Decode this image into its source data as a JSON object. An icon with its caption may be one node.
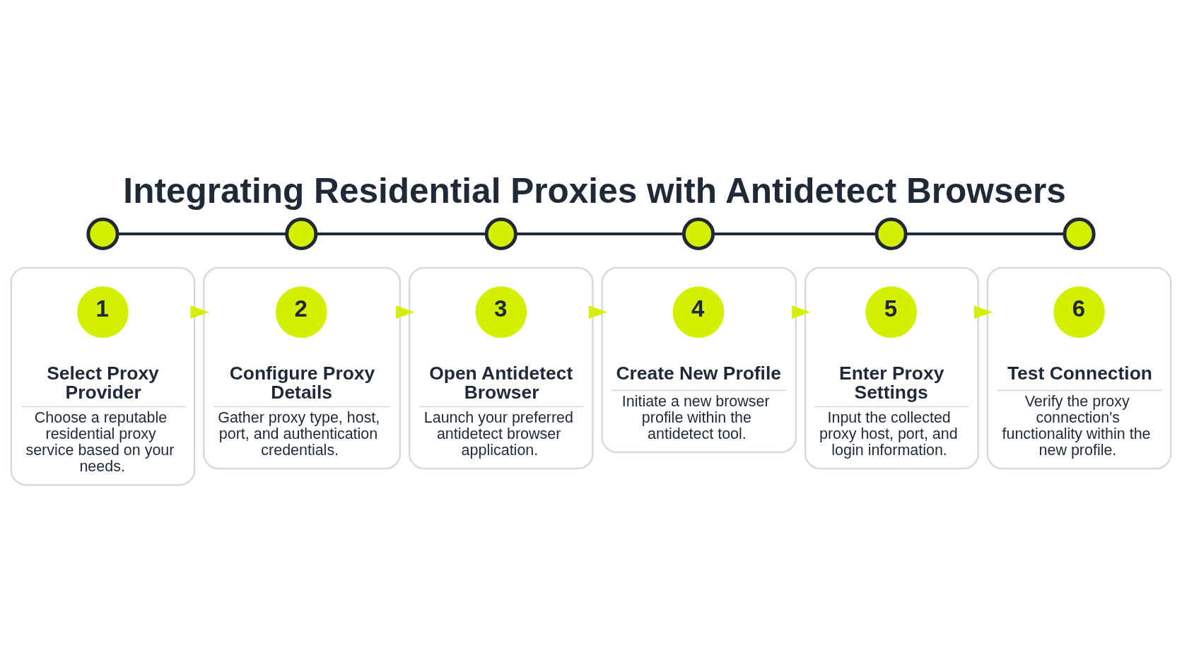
{
  "diagram": {
    "title": "Integrating Residential Proxies with Antidetect Browsers",
    "nodes": [
      {
        "text": [
          "Select Proxy Provider",
          "Choose a reputable residential proxy service based on your needs."
        ]
      },
      {
        "text": [
          "1"
        ],
        "in": 0
      },
      {
        "text": [
          "Configure Proxy Details",
          "Gather proxy type, host, port, and authentication credentials."
        ]
      },
      {
        "text": [
          "2"
        ],
        "in": 2
      },
      {
        "text": [
          "Open Antidetect Browser",
          "Launch your preferred antidetect browser application."
        ]
      },
      {
        "text": [
          "3"
        ],
        "in": 4
      },
      {
        "text": [
          "Create New Profile",
          "Initiate a new browser profile within the antidetect tool."
        ]
      },
      {
        "text": [
          "4"
        ],
        "in": 6
      },
      {
        "text": [
          "Enter Proxy Settings",
          "Input the collected proxy host, port, and login information."
        ]
      },
      {
        "text": [
          "5"
        ],
        "in": 8
      },
      {
        "text": [
          "Test Connection",
          "Verify the proxy connection's functionality within the new profile."
        ]
      },
      {
        "text": [
          "6"
        ],
        "in": 10
      },
      {
        "text": [],
        "shape": "circle"
      },
      {
        "text": [],
        "shape": "circle"
      },
      {
        "text": [],
        "shape": "circle"
      },
      {
        "text": [],
        "shape": "circle"
      },
      {
        "text": [],
        "shape": "circle"
      },
      {
        "text": [],
        "shape": "circle"
      }
    ],
    "edges": [
      {
        "from": 0,
        "to": 2,
        "arrow": "to"
      },
      {
        "from": 2,
        "to": 4,
        "arrow": "to"
      },
      {
        "from": 4,
        "to": 6,
        "arrow": "to"
      },
      {
        "from": 6,
        "to": 8,
        "arrow": "to"
      },
      {
        "from": 8,
        "to": 10,
        "arrow": "to"
      },
      {
        "from": 12,
        "to": 13,
        "arrow": "none",
        "color": "#1f2937"
      },
      {
        "from": 13,
        "to": 14,
        "arrow": "none",
        "color": "#1f2937"
      },
      {
        "from": 14,
        "to": 15,
        "arrow": "none",
        "color": "#1f2937"
      },
      {
        "from": 15,
        "to": 16,
        "arrow": "none",
        "color": "#1f2937"
      },
      {
        "from": 16,
        "to": 17,
        "arrow": "none",
        "color": "#1f2937"
      }
    ]
  }
}
